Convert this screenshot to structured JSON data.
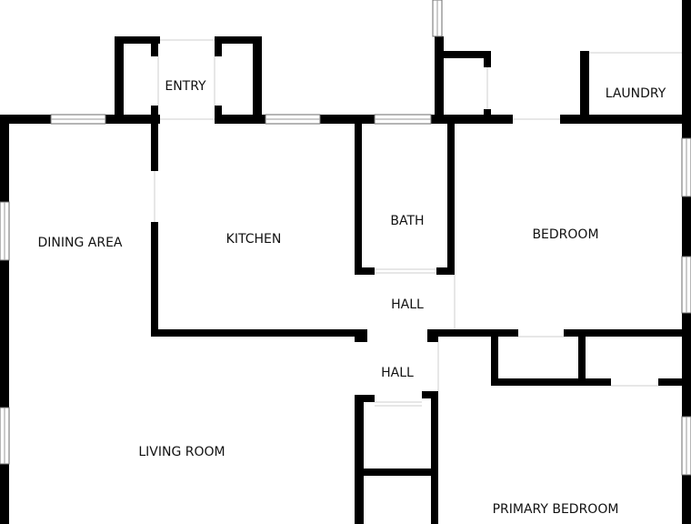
{
  "rooms": {
    "entry": "ENTRY",
    "laundry": "LAUNDRY",
    "dining_area": "DINING AREA",
    "kitchen": "KITCHEN",
    "bath": "BATH",
    "bedroom": "BEDROOM",
    "hall_upper": "HALL",
    "hall_lower": "HALL",
    "living_room": "LIVING ROOM",
    "primary_bedroom": "PRIMARY BEDROOM"
  },
  "colors": {
    "wall": "#000000",
    "background": "#ffffff"
  }
}
